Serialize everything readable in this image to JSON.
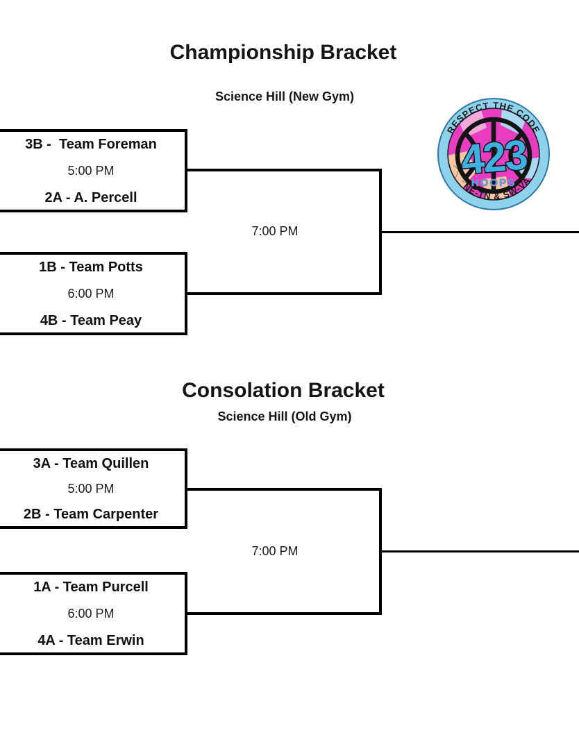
{
  "page": {
    "background": "#ffffff",
    "line_color": "#000000"
  },
  "championship": {
    "title": "Championship Bracket",
    "venue": "Science Hill (New Gym)",
    "final_time": "7:00 PM",
    "semifinals": [
      {
        "top_team": "3B -  Team Foreman",
        "time": "5:00 PM",
        "bottom_team": "2A - A. Percell"
      },
      {
        "top_team": "1B - Team Potts",
        "time": "6:00 PM",
        "bottom_team": "4B - Team Peay"
      }
    ]
  },
  "consolation": {
    "title": "Consolation Bracket",
    "venue": "Science Hill (Old Gym)",
    "final_time": "7:00 PM",
    "semifinals": [
      {
        "top_team": "3A - Team Quillen",
        "time": "5:00 PM",
        "bottom_team": "2B - Team Carpenter"
      },
      {
        "top_team": "1A - Team Purcell",
        "time": "6:00 PM",
        "bottom_team": "4A - Team Erwin"
      }
    ]
  },
  "logo": {
    "arc_top": "RESPECT THE CODE",
    "number": "423",
    "word": "HOOPS",
    "arc_bottom": "NE-TN & SW-VA",
    "colors": {
      "ring": "#8fd2ec",
      "ring_outline": "#2f76a8",
      "face": "#e93dc1",
      "number_fill": "#3fb0e2",
      "ball_outline": "#141414",
      "patch_peach": "#f6c9a2",
      "patch_pink": "#f1a9d9",
      "patch_blue": "#a8daef"
    }
  }
}
